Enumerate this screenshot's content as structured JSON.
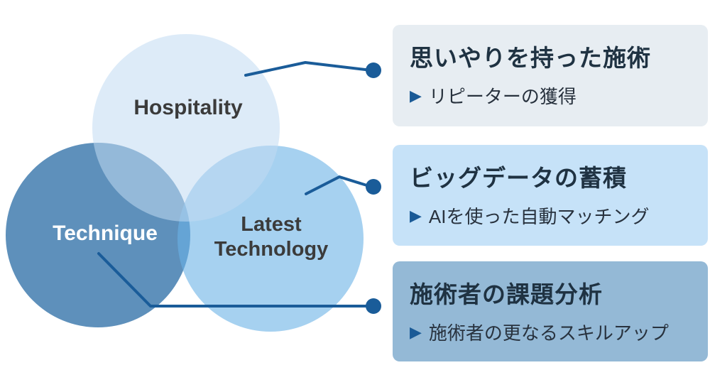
{
  "venn": {
    "circles": [
      {
        "id": "hospitality",
        "label": "Hospitality",
        "color": "#DCEBF9"
      },
      {
        "id": "technique",
        "label": "Technique",
        "color": "#5E90BB"
      },
      {
        "id": "latest-technology",
        "label": "Latest Technology",
        "color": "#A6D1F0"
      }
    ]
  },
  "callouts": [
    {
      "title": "思いやりを持った施術",
      "bullet": "▶",
      "subtitle": "リピーターの獲得",
      "bg": "#E7EDF2"
    },
    {
      "title": "ビッグデータの蓄積",
      "bullet": "▶",
      "subtitle": "AIを使った自動マッチング",
      "bg": "#C6E2F8"
    },
    {
      "title": "施術者の課題分析",
      "bullet": "▶",
      "subtitle": "施術者の更なるスキルアップ",
      "bg": "#94B9D6"
    }
  ],
  "colors": {
    "connector": "#1A5C99",
    "title_text": "#1F3242",
    "bullet": "#1A5A96",
    "background": "#FFFFFF"
  }
}
